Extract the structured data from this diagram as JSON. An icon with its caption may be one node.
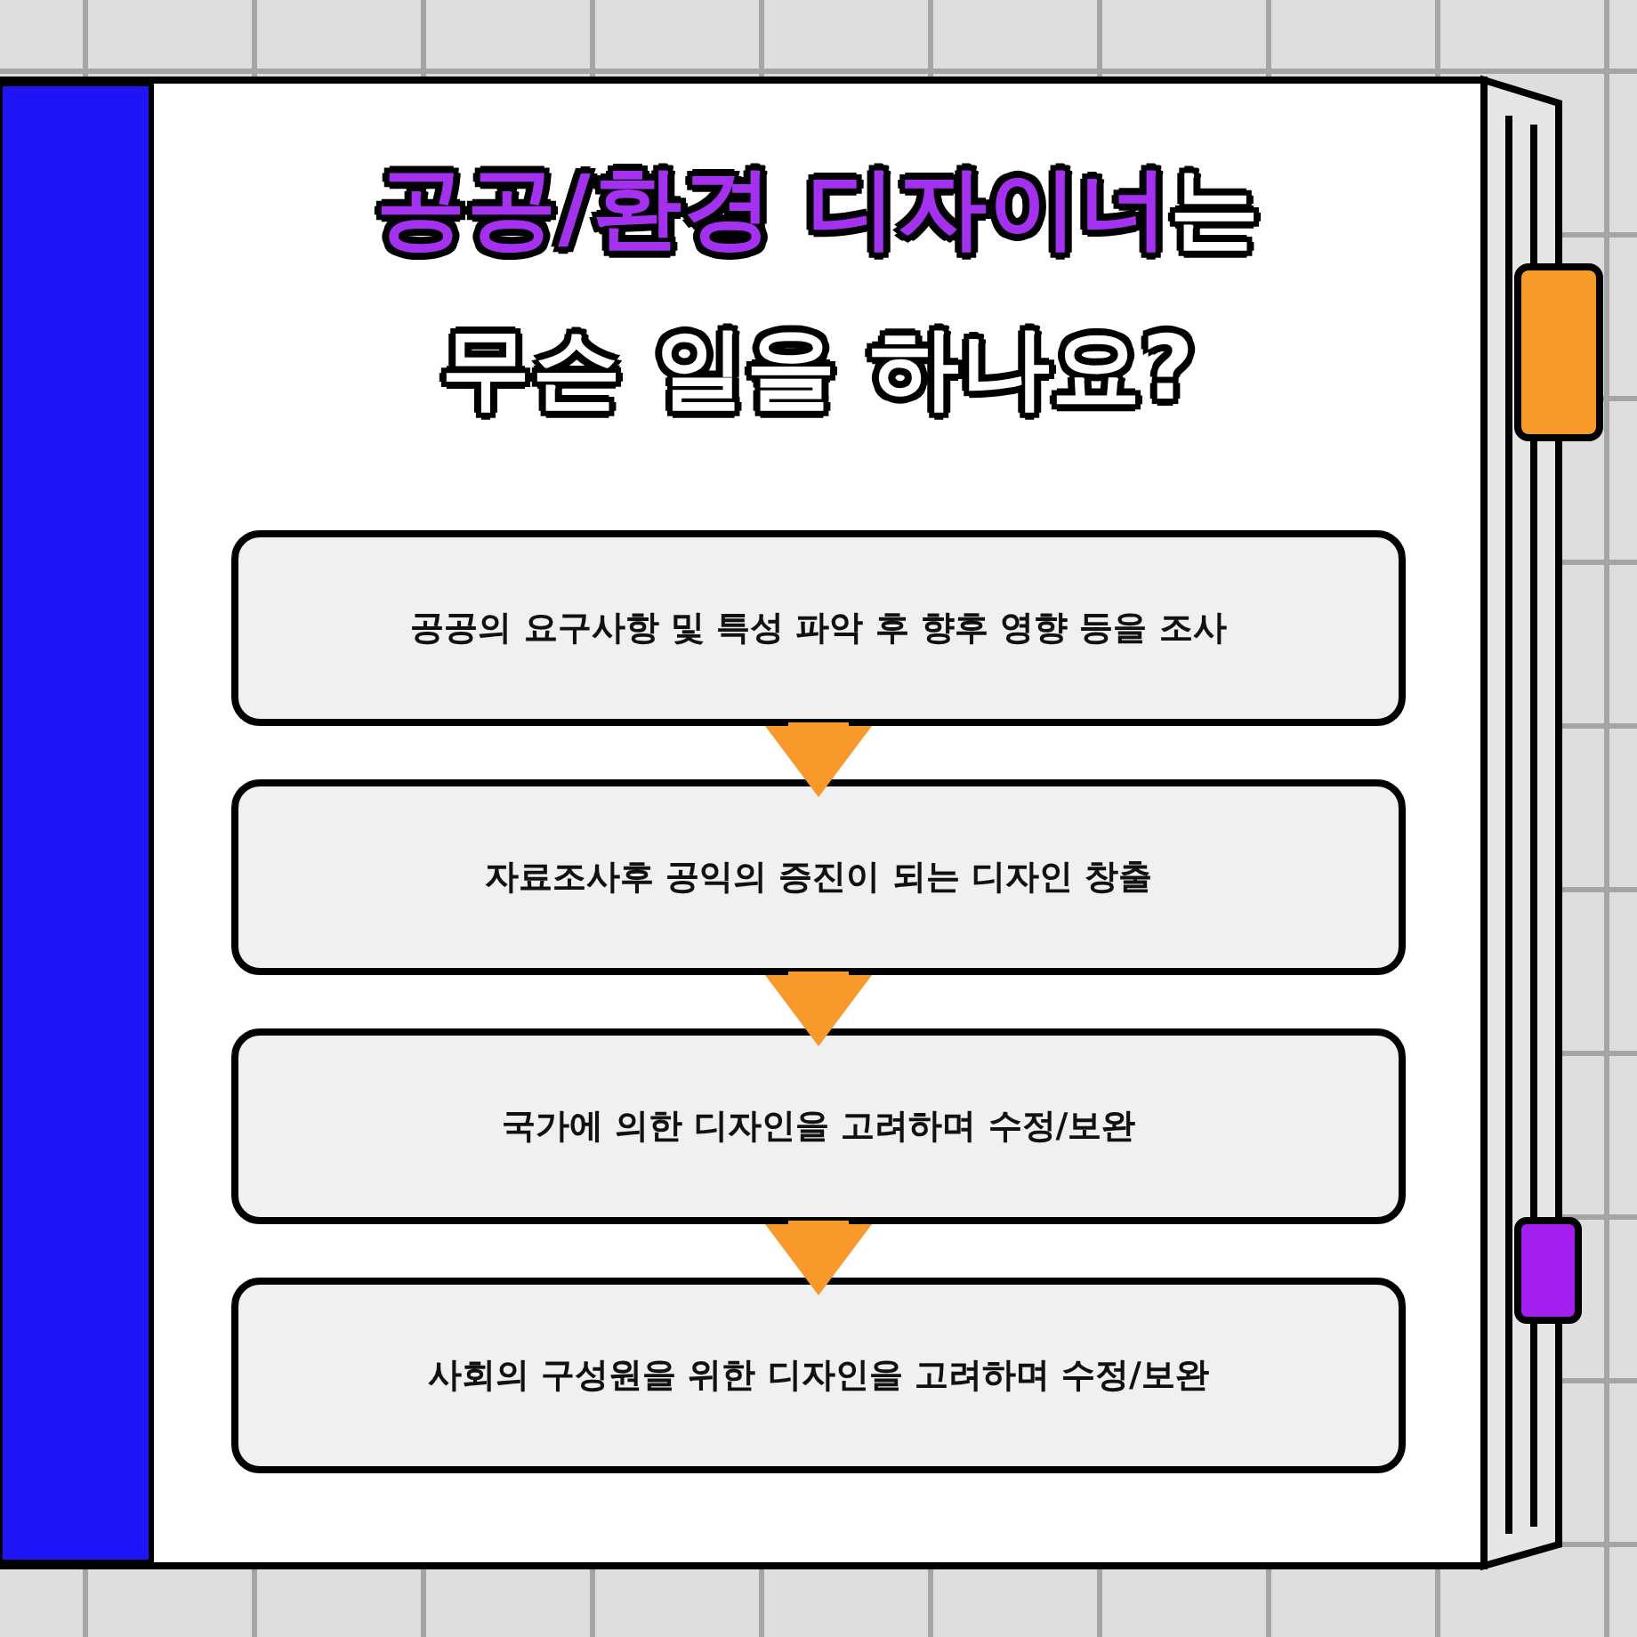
{
  "diagram": {
    "title": "**공공/환경 디자이너**는 무슨 일을 하나요?",
    "nodes": [
      {
        "text": [
          "공공의 요구사항 및 특성 파악 후 향후 영향 등을 조사"
        ]
      },
      {
        "text": [
          "자료조사후 공익의 증진이 되는 디자인 창출"
        ]
      },
      {
        "text": [
          "국가에 의한 디자인을 고려하며 수정/보완"
        ]
      },
      {
        "text": [
          "사회의 구성원을 위한 디자인을 고려하며 수정/보완"
        ]
      }
    ],
    "edges": [
      {
        "from": 0,
        "to": 1,
        "arrow": "to"
      },
      {
        "from": 1,
        "to": 2,
        "arrow": "to"
      },
      {
        "from": 2,
        "to": 3,
        "arrow": "to"
      }
    ]
  }
}
